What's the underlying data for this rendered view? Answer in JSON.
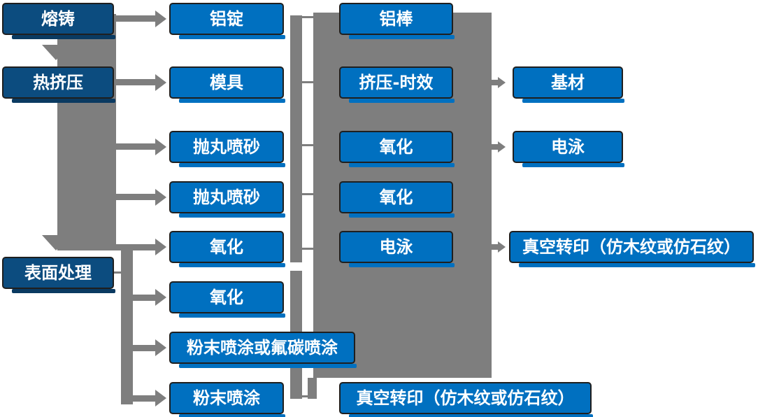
{
  "diagram_type": "process-flowchart",
  "colors": {
    "box_blue": "#0070C0",
    "box_dark_blue": "#0C4C7F",
    "connector_gray": "#7E7E7E",
    "box_border": "#1F1F1F",
    "text_white": "#FFFFFF",
    "background": "#FFFFFF"
  },
  "nodes": {
    "c1r1": {
      "label": "熔铸"
    },
    "c1r2": {
      "label": "热挤压"
    },
    "c1rS": {
      "label": "表面处理"
    },
    "c2r1": {
      "label": "铝锭"
    },
    "c2r2": {
      "label": "模具"
    },
    "c2r3": {
      "label": "抛丸喷砂"
    },
    "c2r4": {
      "label": "抛丸喷砂"
    },
    "c2r5": {
      "label": "氧化"
    },
    "c2r6": {
      "label": "氧化"
    },
    "c2r7": {
      "label": "粉末喷涂或氟碳喷涂"
    },
    "c2r8": {
      "label": "粉末喷涂"
    },
    "c3r1": {
      "label": "铝棒"
    },
    "c3r2": {
      "label": "挤压-时效"
    },
    "c3r3": {
      "label": "氧化"
    },
    "c3r4": {
      "label": "氧化"
    },
    "c3r5": {
      "label": "电泳"
    },
    "c3r8": {
      "label": "真空转印（仿木纹或仿石纹）"
    },
    "c4r2": {
      "label": "基材"
    },
    "c4r3": {
      "label": "电泳"
    },
    "c4r5": {
      "label": "真空转印（仿木纹或仿石纹）"
    }
  },
  "connections": {
    "down_arrow_targets": [
      "热挤压",
      "表面处理"
    ],
    "left_bar_right_arrow_targets": [
      "铝锭",
      "模具",
      "抛丸喷砂",
      "抛丸喷砂",
      "氧化",
      "氧化",
      "粉末喷涂或氟碳喷涂",
      "粉末喷涂"
    ],
    "middle_bar_linked_pairs": [
      "铝锭-铝棒",
      "模具-挤压-时效",
      "抛丸喷砂-氧化",
      "抛丸喷砂-氧化",
      "氧化-电泳",
      "粉末喷涂-真空转印（仿木纹或仿石纹）"
    ],
    "big_block_right_arrow_targets": [
      "基材",
      "电泳",
      "真空转印（仿木纹或仿石纹）"
    ]
  }
}
